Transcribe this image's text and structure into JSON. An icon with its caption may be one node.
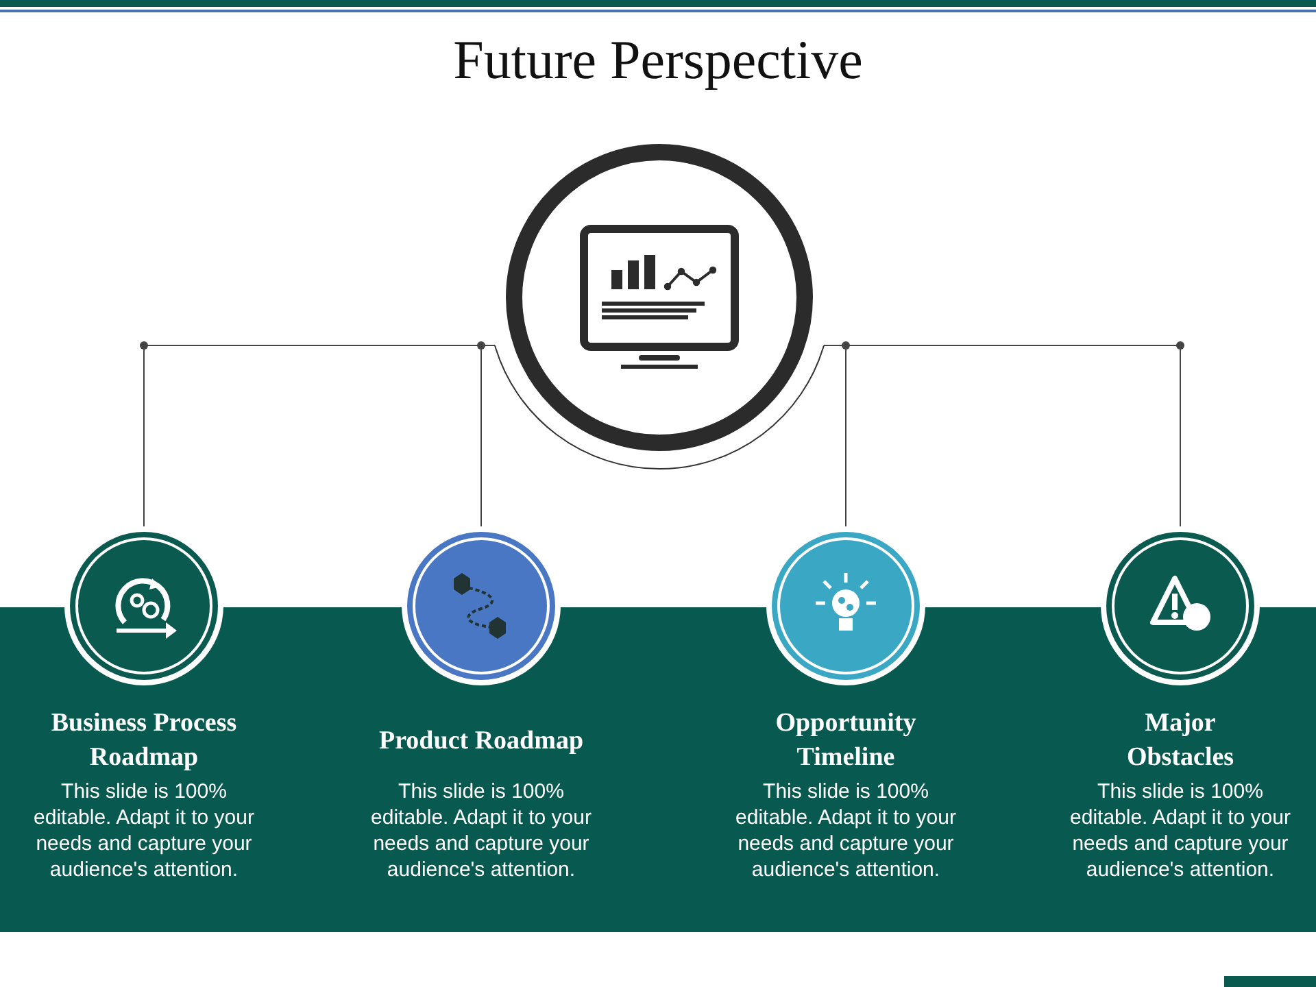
{
  "diagram": {
    "title": "Future Perspective",
    "nodes": [
      {
        "text": [],
        "shape": "circle"
      },
      {
        "text": [],
        "shape": "circle",
        "beside": [
          "Business Process Roadmap",
          "This slide is 100% editable. Adapt it to your needs and capture your audience's attention."
        ]
      },
      {
        "text": [],
        "shape": "circle",
        "beside": [
          "Product Roadmap",
          "This slide is 100% editable. Adapt it to your needs and capture your audience's attention."
        ]
      },
      {
        "text": [],
        "shape": "circle",
        "beside": [
          "Opportunity Timeline",
          "This slide is 100% editable. Adapt it to your needs and capture your audience's attention."
        ]
      },
      {
        "text": [],
        "shape": "circle",
        "beside": [
          "Major Obstacles",
          "This slide is 100% editable. Adapt it to your needs and capture your audience's attention."
        ]
      }
    ],
    "edges": [
      {
        "from": 0,
        "to": 1,
        "arrow": "none"
      },
      {
        "from": 0,
        "to": 2,
        "arrow": "none"
      },
      {
        "from": 0,
        "to": 3,
        "arrow": "none"
      },
      {
        "from": 0,
        "to": 4,
        "arrow": "none"
      }
    ]
  }
}
